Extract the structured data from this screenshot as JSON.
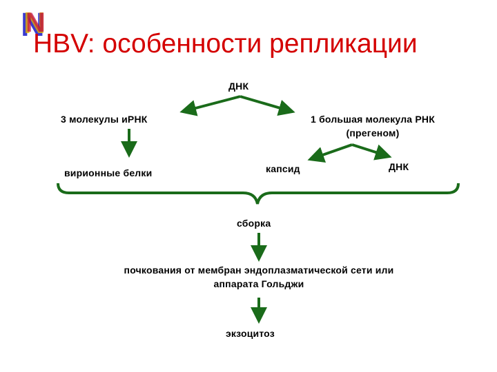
{
  "logo": {
    "letter": "N"
  },
  "title": "HBV: особенности репликации",
  "nodes": {
    "dna_top": "ДНК",
    "mrna": "3 молекулы  иРНК",
    "pregenome_line1": "1 большая молекула РНК",
    "pregenome_line2": "(прегеном)",
    "virion_proteins": "вирионные белки",
    "capsid": "капсид",
    "dna_right": "ДНК",
    "assembly": "сборка",
    "budding_line1": "почкования от мембран эндоплазматической сети или",
    "budding_line2": "аппарата Гольджи",
    "exocytosis": "экзоцитоз"
  },
  "colors": {
    "title": "#d40000",
    "arrow": "#1a6b1a"
  }
}
